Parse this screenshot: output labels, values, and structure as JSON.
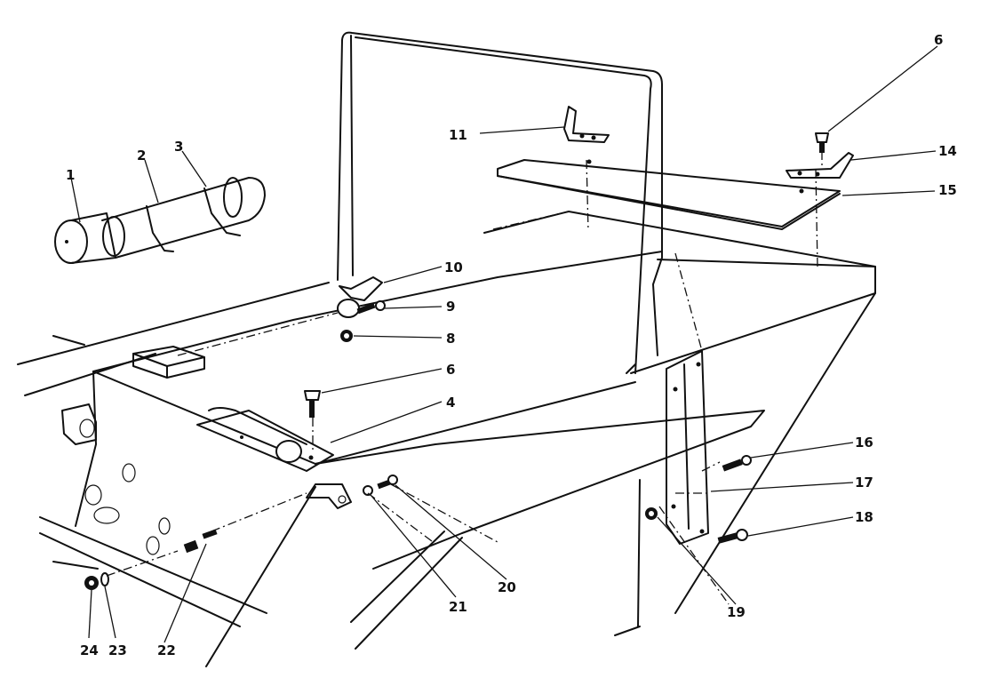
{
  "figure": {
    "callouts": [
      {
        "id": "c1",
        "text": "1"
      },
      {
        "id": "c2",
        "text": "2"
      },
      {
        "id": "c3",
        "text": "3"
      },
      {
        "id": "c4",
        "text": "4"
      },
      {
        "id": "c6a",
        "text": "6"
      },
      {
        "id": "c6b",
        "text": "6"
      },
      {
        "id": "c8",
        "text": "8"
      },
      {
        "id": "c9",
        "text": "9"
      },
      {
        "id": "c10",
        "text": "10"
      },
      {
        "id": "c11",
        "text": "11"
      },
      {
        "id": "c14",
        "text": "14"
      },
      {
        "id": "c15",
        "text": "15"
      },
      {
        "id": "c16",
        "text": "16"
      },
      {
        "id": "c17",
        "text": "17"
      },
      {
        "id": "c18",
        "text": "18"
      },
      {
        "id": "c19",
        "text": "19"
      },
      {
        "id": "c20",
        "text": "20"
      },
      {
        "id": "c21",
        "text": "21"
      },
      {
        "id": "c22",
        "text": "22"
      },
      {
        "id": "c23",
        "text": "23"
      },
      {
        "id": "c24",
        "text": "24"
      }
    ]
  }
}
